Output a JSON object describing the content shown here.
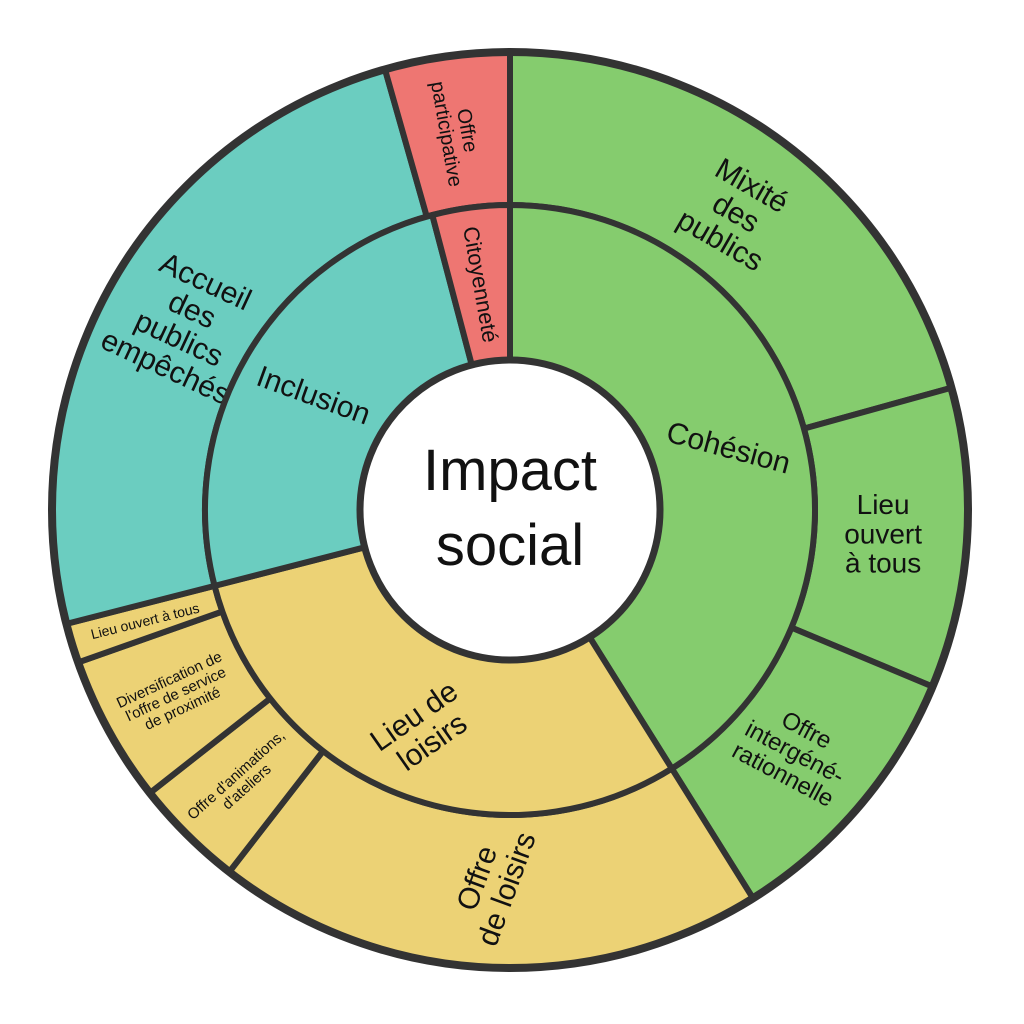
{
  "center": {
    "lines": [
      "Impact",
      "social"
    ]
  },
  "colors": {
    "green": "#85cc6e",
    "teal": "#6bcdc0",
    "yellow": "#ecd275",
    "red": "#ee7672",
    "stroke": "#333333",
    "center": "#ffffff"
  },
  "chart_data": {
    "type": "sunburst",
    "unit": "percent of circle (approx.)",
    "root": "Impact social",
    "inner": [
      {
        "label": "Cohésion",
        "lines": [
          "Cohésion"
        ],
        "color": "#85cc6e",
        "share": 41.1
      },
      {
        "label": "Lieu de loisirs",
        "lines": [
          "Lieu de",
          "loisirs"
        ],
        "color": "#ecd275",
        "share": 29.9
      },
      {
        "label": "Inclusion",
        "lines": [
          "Inclusion"
        ],
        "color": "#6bcdc0",
        "share": 24.9
      },
      {
        "label": "Citoyenneté",
        "lines": [
          "Citoyenneté"
        ],
        "color": "#ee7672",
        "share": 4.1
      }
    ],
    "outer": [
      {
        "label": "Mixité des publics",
        "lines": [
          "Mixité",
          "des",
          "publics"
        ],
        "parent": "Cohésion",
        "color": "#85cc6e",
        "share": 20.7
      },
      {
        "label": "Lieu ouvert à tous",
        "lines": [
          "Lieu",
          "ouvert",
          "à tous"
        ],
        "parent": "Cohésion",
        "color": "#85cc6e",
        "share": 10.6
      },
      {
        "label": "Offre intergénérationnelle",
        "lines": [
          "Offre",
          "intergéné-",
          "rationnelle"
        ],
        "parent": "Cohésion",
        "color": "#85cc6e",
        "share": 9.8
      },
      {
        "label": "Offre de loisirs",
        "lines": [
          "Offre",
          "de loisirs"
        ],
        "parent": "Lieu de loisirs",
        "color": "#ecd275",
        "share": 19.4
      },
      {
        "label": "Offre d'animations, d'ateliers",
        "lines": [
          "Offre d'animations,",
          "d'ateliers"
        ],
        "parent": "Lieu de loisirs",
        "color": "#ecd275",
        "share": 3.9
      },
      {
        "label": "Diversification de l'offre de service de proximité",
        "lines": [
          "Diversification de",
          "l'offre de service",
          "de proximité"
        ],
        "parent": "Lieu de loisirs",
        "color": "#ecd275",
        "share": 5.2
      },
      {
        "label": "Lieu ouvert à tous",
        "lines": [
          "Lieu ouvert à tous"
        ],
        "parent": "Lieu de loisirs",
        "color": "#ecd275",
        "share": 1.4
      },
      {
        "label": "Accueil des publics empêchés",
        "lines": [
          "Accueil",
          "des",
          "publics",
          "empêchés"
        ],
        "parent": "Inclusion",
        "color": "#6bcdc0",
        "share": 24.6
      },
      {
        "label": "Offre participative",
        "lines": [
          "Offre",
          "participative"
        ],
        "parent": "Citoyenneté",
        "color": "#ee7672",
        "share": 4.4
      }
    ]
  }
}
